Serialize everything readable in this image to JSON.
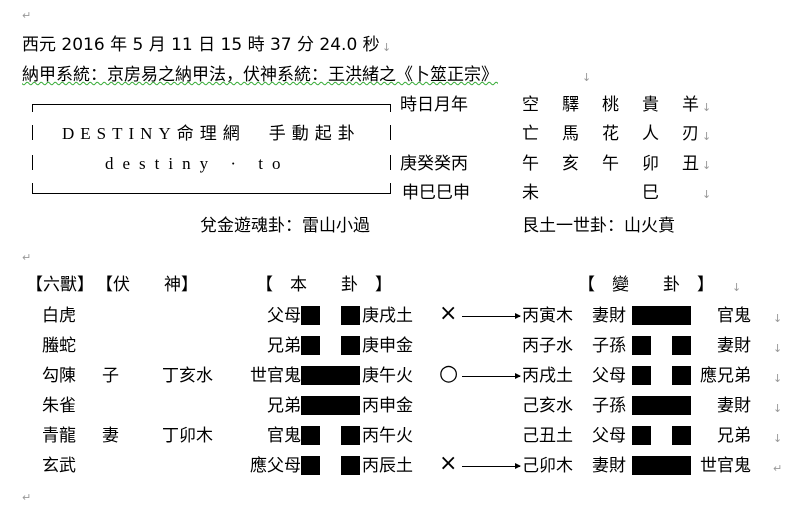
{
  "header": {
    "date_line": "西元 2016 年 5 月 11 日  15 時 37 分 24.0 秒",
    "system_line": "納甲系統：京房易之納甲法，伏神系統：王洪緒之《卜筮正宗》"
  },
  "banner": {
    "title": "DESTINY命理網　手動起卦",
    "site": "destiny · to"
  },
  "pillars": {
    "label": "時日月年",
    "stems": "庚癸癸丙",
    "branches": "申巳巳申"
  },
  "shensha": {
    "names": [
      [
        "空",
        "亡"
      ],
      [
        "驛",
        "馬"
      ],
      [
        "桃",
        "花"
      ],
      [
        "貴",
        "人"
      ],
      [
        "羊",
        "刃"
      ]
    ],
    "branches": [
      [
        "午",
        "未"
      ],
      [
        "亥",
        ""
      ],
      [
        "午",
        ""
      ],
      [
        "卯",
        "巳"
      ],
      [
        "丑",
        ""
      ]
    ]
  },
  "gua": {
    "ben_name": "兌金遊魂卦：雷山小過",
    "bian_name": "艮土一世卦：山火賁"
  },
  "table": {
    "headers": {
      "liushou": "【六獸】",
      "fushen": "【伏　　神】",
      "ben": "【　本　　卦　】",
      "bian": "【　變　　卦　】"
    },
    "rows": [
      {
        "beast": "白虎",
        "fu_rel": "",
        "fu_gz": "",
        "ben_rel": "父母",
        "ben_yang": false,
        "ben_gz": "庚戌土",
        "move": "cross",
        "bian_gz": "丙寅木",
        "bian_rel": "妻財",
        "bian_yang": true,
        "bian_right": "官鬼"
      },
      {
        "beast": "螣蛇",
        "fu_rel": "",
        "fu_gz": "",
        "ben_rel": "兄弟",
        "ben_yang": false,
        "ben_gz": "庚申金",
        "move": "",
        "bian_gz": "丙子水",
        "bian_rel": "子孫",
        "bian_yang": false,
        "bian_right": "妻財"
      },
      {
        "beast": "勾陳",
        "fu_rel": "子",
        "fu_gz": "丁亥水",
        "ben_rel": "世官鬼",
        "ben_yang": true,
        "ben_gz": "庚午火",
        "move": "circle",
        "bian_gz": "丙戌土",
        "bian_rel": "父母",
        "bian_yang": false,
        "bian_right": "應兄弟"
      },
      {
        "beast": "朱雀",
        "fu_rel": "",
        "fu_gz": "",
        "ben_rel": "兄弟",
        "ben_yang": true,
        "ben_gz": "丙申金",
        "move": "",
        "bian_gz": "己亥水",
        "bian_rel": "子孫",
        "bian_yang": true,
        "bian_right": "妻財"
      },
      {
        "beast": "青龍",
        "fu_rel": "妻",
        "fu_gz": "丁卯木",
        "ben_rel": "官鬼",
        "ben_yang": false,
        "ben_gz": "丙午火",
        "move": "",
        "bian_gz": "己丑土",
        "bian_rel": "父母",
        "bian_yang": false,
        "bian_right": "兄弟"
      },
      {
        "beast": "玄武",
        "fu_rel": "",
        "fu_gz": "",
        "ben_rel": "應父母",
        "ben_yang": false,
        "ben_gz": "丙辰土",
        "move": "cross",
        "bian_gz": "己卯木",
        "bian_rel": "妻財",
        "bian_yang": true,
        "bian_right": "世官鬼"
      }
    ]
  },
  "marks": {
    "line_break": "↓",
    "paragraph": "↵"
  }
}
